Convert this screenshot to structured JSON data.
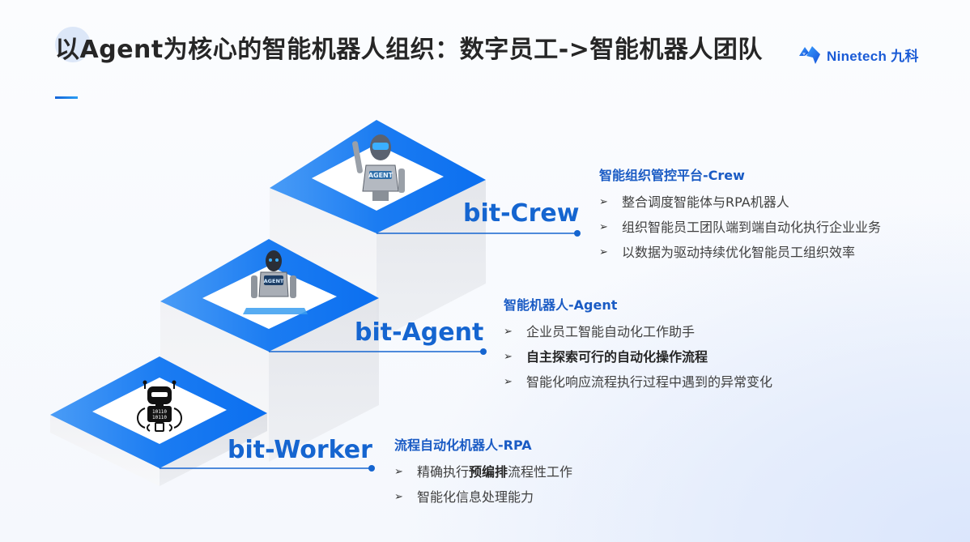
{
  "header": {
    "title": "以Agent为核心的智能机器人组织：数字员工->智能机器人团队"
  },
  "logo": {
    "text": "Ninetech 九科",
    "icon": "ninetech-logo-icon",
    "color": "#1a5bd6"
  },
  "colors": {
    "accent_blue": "#1b7cf2",
    "label_blue": "#1565d0",
    "heading_blue": "#1a5bc4",
    "text_dark": "#404040"
  },
  "steps": [
    {
      "label": "bit-Crew",
      "icon": "agent-robot-saluting-icon",
      "heading": "智能组织管控平台-Crew",
      "bullets": [
        "整合调度智能体与RPA机器人",
        "组织智能员工团队端到端自动化执行企业业务",
        "以数据为驱动持续优化智能员工组织效率"
      ]
    },
    {
      "label": "bit-Agent",
      "icon": "agent-robot-keyboard-icon",
      "heading": "智能机器人-Agent",
      "bullets": [
        "企业员工智能自动化工作助手",
        "自主探索可行的自动化操作流程",
        "智能化响应流程执行过程中遇到的异常变化"
      ]
    },
    {
      "label": "bit-Worker",
      "icon": "rpa-robot-binary-icon",
      "heading": "流程自动化机器人-RPA",
      "bullets_rich": [
        {
          "pre": "精确执行",
          "strong": "预编排",
          "post": "流程性工作"
        },
        {
          "pre": "智能化信息处理能力",
          "strong": "",
          "post": ""
        }
      ]
    }
  ],
  "bullet_glyph": "➢"
}
